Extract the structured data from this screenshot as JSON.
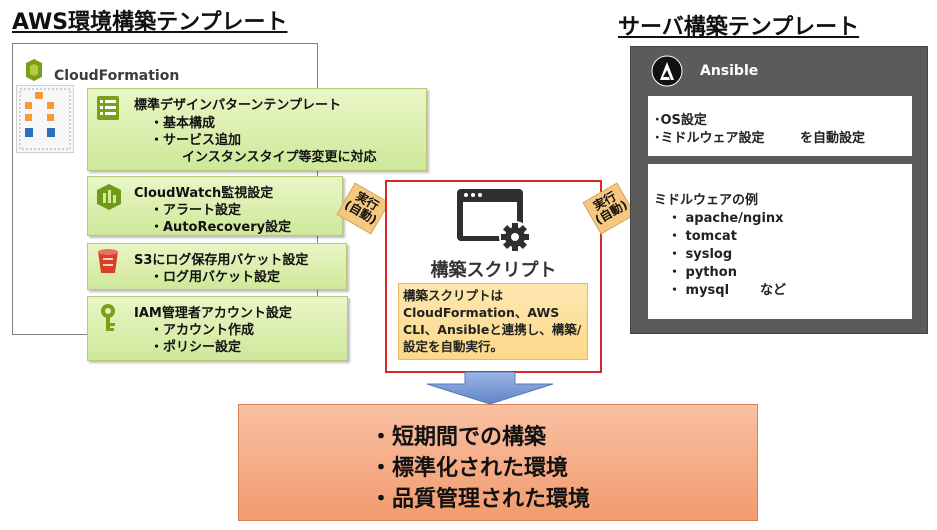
{
  "aws_section": {
    "heading": "AWS環境構築テンプレート",
    "service_label": "CloudFormation",
    "items": [
      {
        "title": "標準デザインパターンテンプレート",
        "lines": [
          "・基本構成",
          "・サービス追加",
          "インスタンスタイプ等変更に対応"
        ]
      },
      {
        "title": "CloudWatch監視設定",
        "lines": [
          "・アラート設定",
          "・AutoRecovery設定"
        ]
      },
      {
        "title": "S3にログ保存用バケット設定",
        "lines": [
          "・ログ用バケット設定"
        ]
      },
      {
        "title": "IAM管理者アカウント設定",
        "lines": [
          "・アカウント作成",
          "・ポリシー設定"
        ]
      }
    ]
  },
  "script_section": {
    "label": "構築スクリプト",
    "description": "構築スクリプトはCloudFormation、AWS CLI、Ansibleと連携し、構築/設定を自動実行。",
    "exec_badge_left": [
      "実行",
      "(自動)"
    ],
    "exec_badge_right": [
      "実行",
      "(自動)"
    ]
  },
  "server_section": {
    "heading": "サーバ構築テンプレート",
    "tool_label": "Ansible",
    "settings": [
      "･OS設定",
      "･ミドルウェア設定"
    ],
    "settings_suffix": "を自動設定",
    "examples_title": "ミドルウェアの例",
    "examples": [
      "・ apache/nginx",
      "・ tomcat",
      "・ syslog",
      "・ python",
      "・ mysql"
    ],
    "examples_suffix": "など"
  },
  "results": [
    "・短期間での構築",
    "・標準化された環境",
    "・品質管理された環境"
  ],
  "colors": {
    "green_box": "#d9efaa",
    "script_border": "#d62a2a",
    "script_desc": "#fcd98a",
    "server_panel": "#5b5b5b",
    "result_box": "#f4a77e",
    "arrow": "#7f9fd6"
  }
}
